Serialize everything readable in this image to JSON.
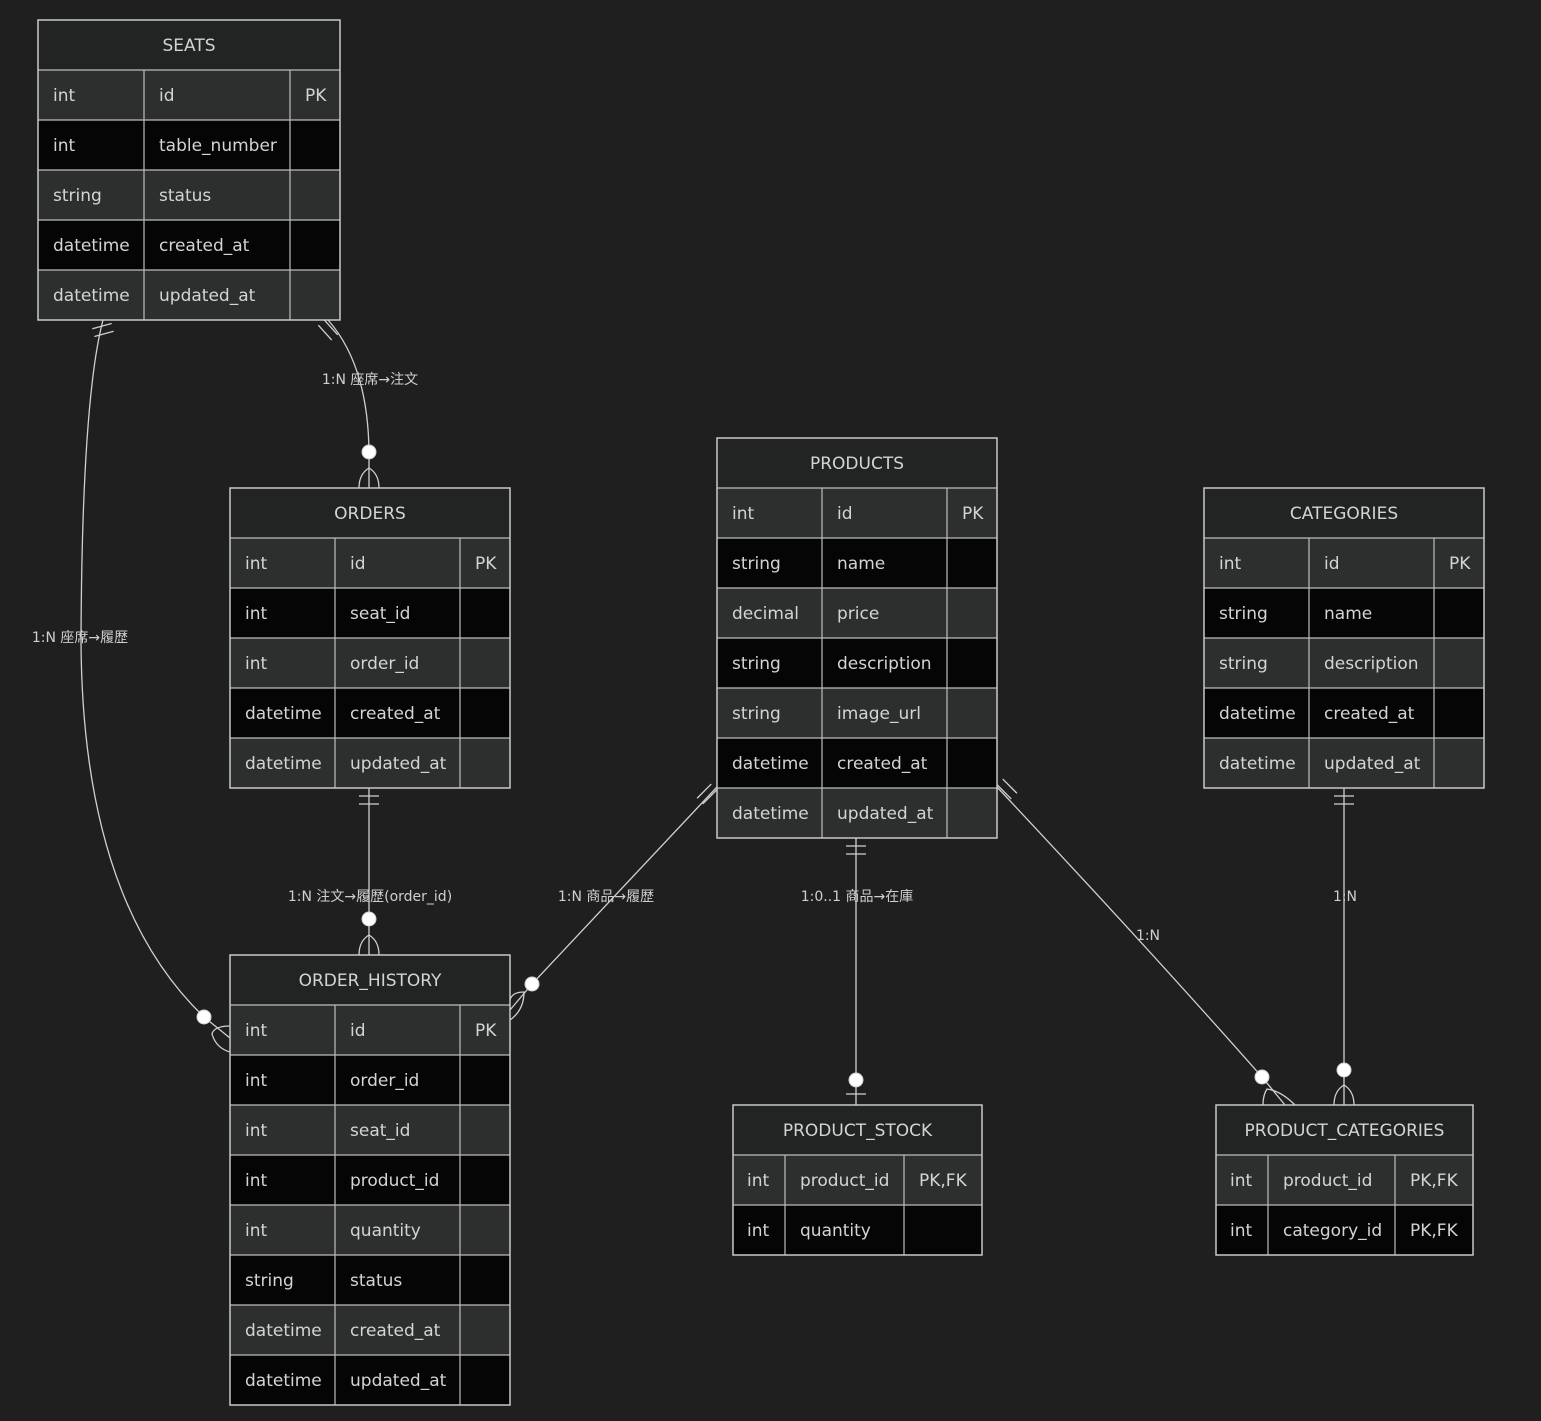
{
  "diagram": {
    "colors": {
      "background": "#1f1f1f",
      "header": "#222423",
      "row_light": "#2d2f2e",
      "row_dark": "#050505",
      "border": "#c8c8c8",
      "text": "#d4d4d4"
    },
    "entities": [
      {
        "id": "SEATS",
        "name": "SEATS",
        "attributes": [
          {
            "type": "int",
            "name": "id",
            "key": "PK"
          },
          {
            "type": "int",
            "name": "table_number",
            "key": ""
          },
          {
            "type": "string",
            "name": "status",
            "key": ""
          },
          {
            "type": "datetime",
            "name": "created_at",
            "key": ""
          },
          {
            "type": "datetime",
            "name": "updated_at",
            "key": ""
          }
        ]
      },
      {
        "id": "ORDERS",
        "name": "ORDERS",
        "attributes": [
          {
            "type": "int",
            "name": "id",
            "key": "PK"
          },
          {
            "type": "int",
            "name": "seat_id",
            "key": ""
          },
          {
            "type": "int",
            "name": "order_id",
            "key": ""
          },
          {
            "type": "datetime",
            "name": "created_at",
            "key": ""
          },
          {
            "type": "datetime",
            "name": "updated_at",
            "key": ""
          }
        ]
      },
      {
        "id": "PRODUCTS",
        "name": "PRODUCTS",
        "attributes": [
          {
            "type": "int",
            "name": "id",
            "key": "PK"
          },
          {
            "type": "string",
            "name": "name",
            "key": ""
          },
          {
            "type": "decimal",
            "name": "price",
            "key": ""
          },
          {
            "type": "string",
            "name": "description",
            "key": ""
          },
          {
            "type": "string",
            "name": "image_url",
            "key": ""
          },
          {
            "type": "datetime",
            "name": "created_at",
            "key": ""
          },
          {
            "type": "datetime",
            "name": "updated_at",
            "key": ""
          }
        ]
      },
      {
        "id": "CATEGORIES",
        "name": "CATEGORIES",
        "attributes": [
          {
            "type": "int",
            "name": "id",
            "key": "PK"
          },
          {
            "type": "string",
            "name": "name",
            "key": ""
          },
          {
            "type": "string",
            "name": "description",
            "key": ""
          },
          {
            "type": "datetime",
            "name": "created_at",
            "key": ""
          },
          {
            "type": "datetime",
            "name": "updated_at",
            "key": ""
          }
        ]
      },
      {
        "id": "ORDER_HISTORY",
        "name": "ORDER_HISTORY",
        "attributes": [
          {
            "type": "int",
            "name": "id",
            "key": "PK"
          },
          {
            "type": "int",
            "name": "order_id",
            "key": ""
          },
          {
            "type": "int",
            "name": "seat_id",
            "key": ""
          },
          {
            "type": "int",
            "name": "product_id",
            "key": ""
          },
          {
            "type": "int",
            "name": "quantity",
            "key": ""
          },
          {
            "type": "string",
            "name": "status",
            "key": ""
          },
          {
            "type": "datetime",
            "name": "created_at",
            "key": ""
          },
          {
            "type": "datetime",
            "name": "updated_at",
            "key": ""
          }
        ]
      },
      {
        "id": "PRODUCT_STOCK",
        "name": "PRODUCT_STOCK",
        "attributes": [
          {
            "type": "int",
            "name": "product_id",
            "key": "PK,FK"
          },
          {
            "type": "int",
            "name": "quantity",
            "key": ""
          }
        ]
      },
      {
        "id": "PRODUCT_CATEGORIES",
        "name": "PRODUCT_CATEGORIES",
        "attributes": [
          {
            "type": "int",
            "name": "product_id",
            "key": "PK,FK"
          },
          {
            "type": "int",
            "name": "category_id",
            "key": "PK,FK"
          }
        ]
      }
    ],
    "relationships": [
      {
        "from": "SEATS",
        "to": "ORDERS",
        "from_card": "exactly-one",
        "to_card": "zero-or-many",
        "label": "1:N 座席→注文"
      },
      {
        "from": "SEATS",
        "to": "ORDER_HISTORY",
        "from_card": "exactly-one",
        "to_card": "zero-or-many",
        "label": "1:N 座席→履歴"
      },
      {
        "from": "ORDERS",
        "to": "ORDER_HISTORY",
        "from_card": "exactly-one",
        "to_card": "zero-or-many",
        "label": "1:N 注文→履歴(order_id)"
      },
      {
        "from": "PRODUCTS",
        "to": "ORDER_HISTORY",
        "from_card": "exactly-one",
        "to_card": "zero-or-many",
        "label": "1:N 商品→履歴"
      },
      {
        "from": "PRODUCTS",
        "to": "PRODUCT_STOCK",
        "from_card": "exactly-one",
        "to_card": "zero-or-one",
        "label": "1:0..1 商品→在庫"
      },
      {
        "from": "PRODUCTS",
        "to": "PRODUCT_CATEGORIES",
        "from_card": "exactly-one",
        "to_card": "zero-or-many",
        "label": "1:N"
      },
      {
        "from": "CATEGORIES",
        "to": "PRODUCT_CATEGORIES",
        "from_card": "exactly-one",
        "to_card": "zero-or-many",
        "label": "1:N"
      }
    ]
  }
}
